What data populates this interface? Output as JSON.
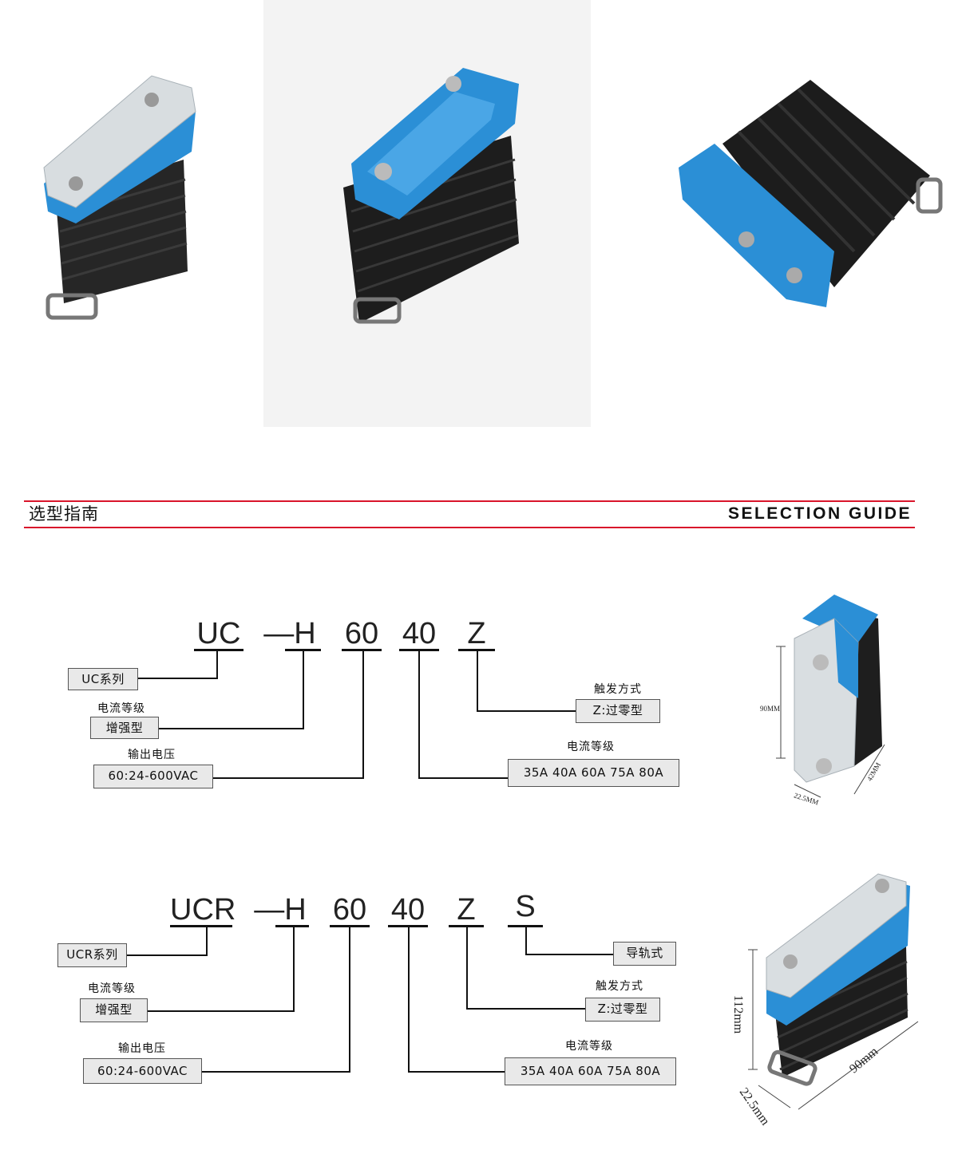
{
  "section": {
    "title_cn": "选型指南",
    "title_en": "SELECTION GUIDE"
  },
  "colors": {
    "accent_red": "#d9152b",
    "relay_blue": "#2b8fd6",
    "heatsink_black": "#1c1c1c"
  },
  "diagram1": {
    "codes": [
      "UC",
      "—H",
      "60",
      "40",
      "Z"
    ],
    "series_box": "UC系列",
    "grade_label": "电流等级",
    "grade_box": "增强型",
    "voltage_label": "输出电压",
    "voltage_box": "60:24-600VAC",
    "trigger_label": "触发方式",
    "trigger_box": "Z:过零型",
    "current_label": "电流等级",
    "current_box": "35A 40A 60A 75A 80A",
    "dims": {
      "height": "90MM",
      "width": "22.5MM",
      "depth": "42MM"
    }
  },
  "diagram2": {
    "codes": [
      "UCR",
      "—H",
      "60",
      "40",
      "Z",
      "S"
    ],
    "series_box": "UCR系列",
    "grade_label": "电流等级",
    "grade_box": "增强型",
    "voltage_label": "输出电压",
    "voltage_box": "60:24-600VAC",
    "mount_box": "导轨式",
    "trigger_label": "触发方式",
    "trigger_box": "Z:过零型",
    "current_label": "电流等级",
    "current_box": "35A 40A 60A 75A 80A",
    "dims": {
      "height": "112mm",
      "width": "22.5mm",
      "depth": "90mm"
    }
  }
}
